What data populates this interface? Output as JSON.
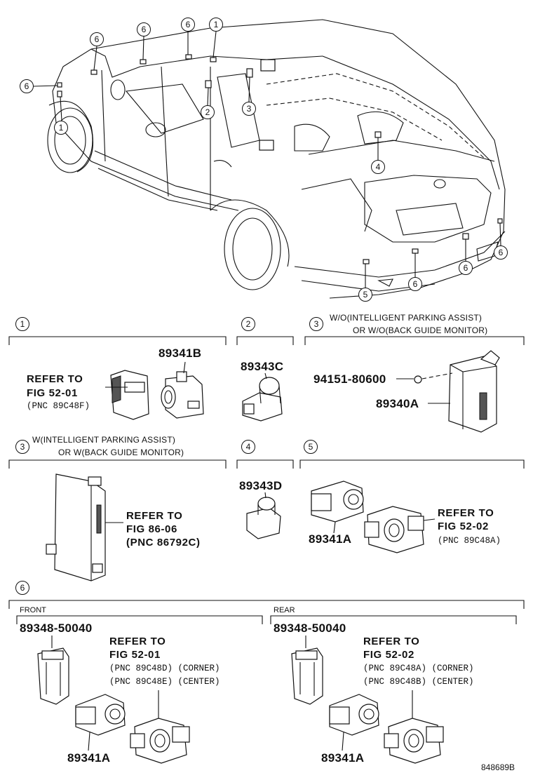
{
  "car": {
    "callouts": [
      {
        "num": "6"
      },
      {
        "num": "6"
      },
      {
        "num": "6"
      },
      {
        "num": "1"
      },
      {
        "num": "6"
      },
      {
        "num": "1"
      },
      {
        "num": "2"
      },
      {
        "num": "3"
      },
      {
        "num": "4"
      },
      {
        "num": "5"
      },
      {
        "num": "6"
      },
      {
        "num": "6"
      },
      {
        "num": "6"
      }
    ]
  },
  "section1": {
    "num": "1",
    "part_number": "89341B",
    "refer_to": "REFER TO",
    "fig": "FIG 52-01",
    "pnc": "(PNC 89C48F)"
  },
  "section2": {
    "num": "2",
    "part_number": "89343C"
  },
  "section3a": {
    "num": "3",
    "note_line1": "W/O(INTELLIGENT PARKING ASSIST)",
    "note_line2": "OR W/O(BACK GUIDE MONITOR)",
    "bolt_part_number": "94151-80600",
    "part_number": "89340A"
  },
  "section3b": {
    "num": "3",
    "note_line1": "W(INTELLIGENT PARKING ASSIST)",
    "note_line2": "OR W(BACK GUIDE MONITOR)",
    "refer_to": "REFER TO",
    "fig": "FIG 86-06",
    "pnc": "(PNC 86792C)"
  },
  "section4": {
    "num": "4",
    "part_number": "89343D"
  },
  "section5": {
    "num": "5",
    "part_number": "89341A",
    "refer_to": "REFER TO",
    "fig": "FIG 52-02",
    "pnc": "(PNC 89C48A)"
  },
  "section6": {
    "num": "6",
    "front": {
      "label": "FRONT",
      "bracket_part_number": "89348-50040",
      "refer_to": "REFER TO",
      "fig": "FIG 52-01",
      "pnc_corner": "(PNC 89C48D) (CORNER)",
      "pnc_center": "(PNC 89C48E) (CENTER)",
      "sensor_part_number": "89341A"
    },
    "rear": {
      "label": "REAR",
      "bracket_part_number": "89348-50040",
      "refer_to": "REFER TO",
      "fig": "FIG 52-02",
      "pnc_corner": "(PNC 89C48A) (CORNER)",
      "pnc_center": "(PNC 89C48B) (CENTER)",
      "sensor_part_number": "89341A"
    }
  },
  "diagram_code": "848689B"
}
